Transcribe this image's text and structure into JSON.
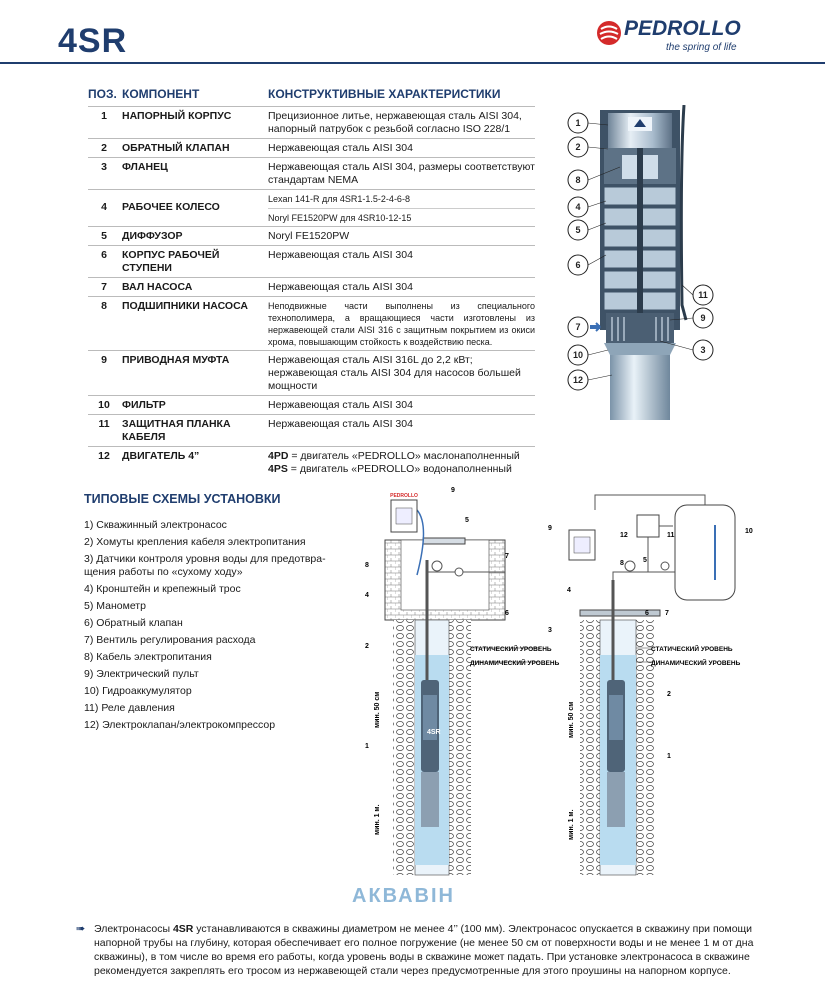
{
  "header": {
    "model": "4SR",
    "brand": "PEDROLLO",
    "tagline": "the spring of life"
  },
  "table": {
    "headers": {
      "pos": "ПОЗ.",
      "component": "КОМПОНЕНТ",
      "features": "КОНСТРУКТИВНЫЕ ХАРАКТЕРИСТИКИ"
    },
    "rows": [
      {
        "n": "1",
        "name": "НАПОРНЫЙ КОРПУС",
        "desc": "Прецизионное литье, нержавеющая сталь AISI 304, напорный патрубок с резьбой согласно ISO 228/1"
      },
      {
        "n": "2",
        "name": "ОБРАТНЫЙ КЛАПАН",
        "desc": "Нержавеющая сталь AISI 304"
      },
      {
        "n": "3",
        "name": "ФЛАНЕЦ",
        "desc": "Нержавеющая сталь AISI 304, размеры соответствуют стандартам NEMA"
      },
      {
        "n": "4",
        "name": "РАБОЧЕЕ КОЛЕСО",
        "desc": "Lexan 141-R для 4SR1-1.5-2-4-6-8",
        "desc2": "Noryl FE1520PW для 4SR10-12-15"
      },
      {
        "n": "5",
        "name": "ДИФФУЗОР",
        "desc": "Noryl FE1520PW"
      },
      {
        "n": "6",
        "name": "КОРПУС РАБОЧЕЙ СТУПЕНИ",
        "desc": "Нержавеющая сталь AISI 304"
      },
      {
        "n": "7",
        "name": "ВАЛ НАСОСА",
        "desc": "Нержавеющая сталь AISI 304"
      },
      {
        "n": "8",
        "name": "ПОДШИПНИКИ НАСОСА",
        "desc": "Неподвижные части выполнены из специального технополимера, а вращающиеся части изготовлены из нержавеющей стали AISI 316 с защитным покрытием из окиси хрома, повышающим стойкость к воздействию песка."
      },
      {
        "n": "9",
        "name": "ПРИВОДНАЯ МУФТА",
        "desc": "Нержавеющая сталь AISI 316L до 2,2 кВт; нержавеющая сталь AISI 304 для насосов большей мощности"
      },
      {
        "n": "10",
        "name": "ФИЛЬТР",
        "desc": "Нержавеющая сталь AISI 304"
      },
      {
        "n": "11",
        "name": "ЗАЩИТНАЯ ПЛАНКА КАБЕЛЯ",
        "desc": "Нержавеющая сталь AISI 304"
      },
      {
        "n": "12",
        "name": "ДВИГАТЕЛЬ 4”",
        "desc_a_code": "4PD",
        "desc_a": " = двигатель «PEDROLLO» маслонаполненный",
        "desc_b_code": "4PS",
        "desc_b": " = двигатель «PEDROLLO» водонаполненный"
      }
    ]
  },
  "install": {
    "title": "ТИПОВЫЕ СХЕМЫ УСТАНОВКИ",
    "items": [
      "1) Скважинный электронасос",
      "2) Хомуты крепления кабеля электропитания",
      "3) Датчики контроля уровня воды для предотвращения работы по «сухому ходу»",
      "4) Кронштейн и крепежный трос",
      "5) Манометр",
      "6) Обратный клапан",
      "7) Вентиль регулирования расхода",
      "8) Кабель электропитания",
      "9) Электрический пульт",
      "10) Гидроаккумулятор",
      "11) Реле давления",
      "12) Электроклапан/электрокомпрессор"
    ],
    "item3_line1": "3) Датчики контроля уровня воды для предотвра-",
    "item3_line2": "щения работы по «сухому ходу»"
  },
  "diagram": {
    "static_level": "СТАТИЧЕСКИЙ УРОВЕНЬ",
    "dynamic_level": "ДИНАМИЧЕСКИЙ УРОВЕНЬ",
    "min50": "мин. 50 см",
    "min1": "мин. 1 м.",
    "pump_label": "4SR",
    "panel_brand": "PEDROLLO"
  },
  "watermark": "АКВАВІН",
  "footnote": {
    "pre": "Электронасосы ",
    "model": "4SR",
    "post": " устанавливаются в скважины диаметром не менее 4’’ (100 мм). Электронасос опускается в скважину при помощи напорной трубы на глубину, которая обеспечивает его полное погружение (не менее 50 см от поверхности воды и не менее 1 м от дна скважины), в том числе во время его работы, когда уровень воды в скважине может падать. При установке электронасоса в скважине рекомендуется закреплять его тросом из нержавеющей стали через предусмотренные для этого проушины на напорном корпусе."
  },
  "colors": {
    "brand_blue": "#1f3d6e",
    "brand_red": "#d42a2a",
    "water": "#b9dcf0",
    "steel": "#9fb3c6"
  }
}
